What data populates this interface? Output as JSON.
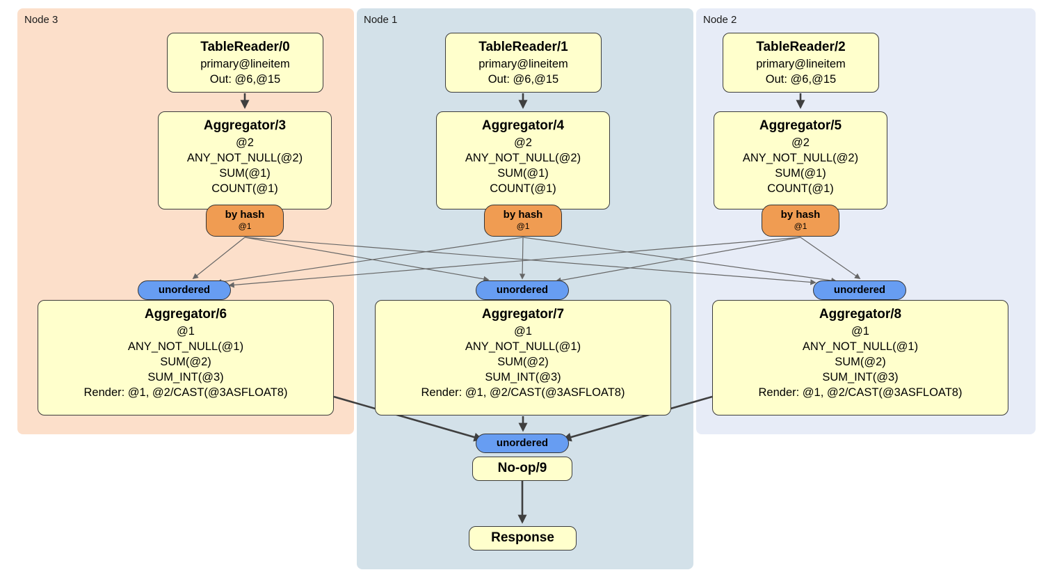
{
  "groups": {
    "node3": {
      "label": "Node 3"
    },
    "node1": {
      "label": "Node 1"
    },
    "node2": {
      "label": "Node 2"
    }
  },
  "nodes": {
    "tr0": {
      "title": "TableReader/0",
      "lines": [
        "primary@lineitem",
        "Out: @6,@15"
      ]
    },
    "tr1": {
      "title": "TableReader/1",
      "lines": [
        "primary@lineitem",
        "Out: @6,@15"
      ]
    },
    "tr2": {
      "title": "TableReader/2",
      "lines": [
        "primary@lineitem",
        "Out: @6,@15"
      ]
    },
    "agg3": {
      "title": "Aggregator/3",
      "lines": [
        "@2",
        "ANY_NOT_NULL(@2)",
        "SUM(@1)",
        "COUNT(@1)"
      ]
    },
    "agg4": {
      "title": "Aggregator/4",
      "lines": [
        "@2",
        "ANY_NOT_NULL(@2)",
        "SUM(@1)",
        "COUNT(@1)"
      ]
    },
    "agg5": {
      "title": "Aggregator/5",
      "lines": [
        "@2",
        "ANY_NOT_NULL(@2)",
        "SUM(@1)",
        "COUNT(@1)"
      ]
    },
    "agg6": {
      "title": "Aggregator/6",
      "lines": [
        "@1",
        "ANY_NOT_NULL(@1)",
        "SUM(@2)",
        "SUM_INT(@3)",
        "Render: @1, @2/CAST(@3ASFLOAT8)"
      ]
    },
    "agg7": {
      "title": "Aggregator/7",
      "lines": [
        "@1",
        "ANY_NOT_NULL(@1)",
        "SUM(@2)",
        "SUM_INT(@3)",
        "Render: @1, @2/CAST(@3ASFLOAT8)"
      ]
    },
    "agg8": {
      "title": "Aggregator/8",
      "lines": [
        "@1",
        "ANY_NOT_NULL(@1)",
        "SUM(@2)",
        "SUM_INT(@3)",
        "Render: @1, @2/CAST(@3ASFLOAT8)"
      ]
    },
    "noop": {
      "title": "No-op/9"
    },
    "response": {
      "title": "Response"
    }
  },
  "routers": {
    "by_hash": {
      "label": "by hash",
      "sub": "@1"
    },
    "unordered": {
      "label": "unordered"
    }
  },
  "colors": {
    "node3-bg": "#fcdfca",
    "node1-bg": "#d3e1e9",
    "node2-bg": "#e7ecf7",
    "box-bg": "#ffffcc",
    "box-border": "#3b3b3b",
    "hash-bg": "#f09c52",
    "unordered-bg": "#679df2",
    "edge-thick": "#3f3f3f",
    "edge-thin": "#666666"
  }
}
